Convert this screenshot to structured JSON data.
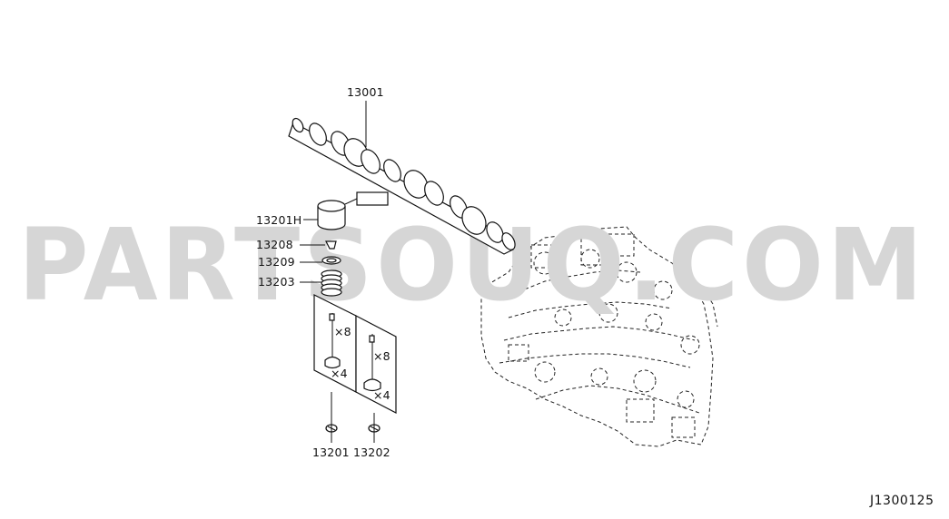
{
  "watermark": "PARTSOUQ.COM",
  "reference_code": "J1300125",
  "callouts": [
    {
      "id": "camshaft",
      "text": "13001"
    },
    {
      "id": "valve-lifter",
      "text": "13201H"
    },
    {
      "id": "valve-collet",
      "text": "13208"
    },
    {
      "id": "valve-spring-retainer",
      "text": "13209"
    },
    {
      "id": "valve-spring",
      "text": "13203"
    },
    {
      "id": "intake-valve",
      "text": "13201"
    },
    {
      "id": "exhaust-valve",
      "text": "13202"
    }
  ],
  "quantity_marks": {
    "intake_collet_qty": "×8",
    "intake_valve_qty": "×4",
    "exhaust_collet_qty": "×8",
    "exhaust_valve_qty": "×4"
  }
}
